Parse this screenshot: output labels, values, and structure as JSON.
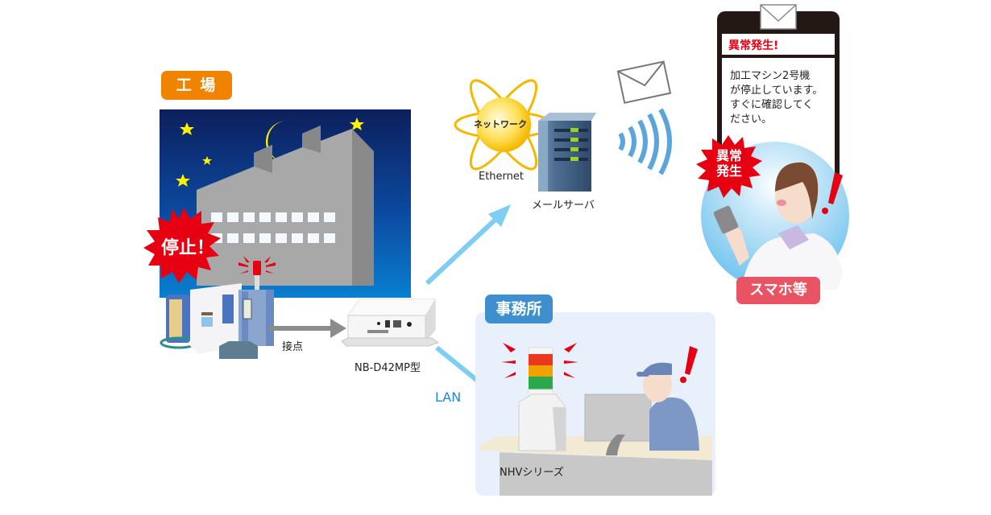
{
  "factory": {
    "tag_label": "工 場",
    "stop_burst": "停止！",
    "contact_label": "接点",
    "tag_color": "#f08300"
  },
  "device": {
    "model_label": "NB-D42MP型"
  },
  "network": {
    "globe_label": "ネットワーク",
    "ethernet_label": "Ethernet",
    "server_label": "メールサーバ",
    "lan_label": "LAN",
    "arrow_color": "#7ecef4"
  },
  "smartphone": {
    "mail_title": "異常発生!",
    "mail_body_lines": [
      "加工マシン2号機",
      "が停止しています。",
      "すぐに確認してく",
      "ださい。"
    ],
    "alert_burst_lines": [
      "異常",
      "発生"
    ],
    "device_tag": "スマホ等",
    "tag_color": "#e95464"
  },
  "office": {
    "tag_label": "事務所",
    "tower_label": "NHVシリーズ",
    "tag_color": "#3f8fcf",
    "bg_color": "#e8f1fb"
  },
  "alert_color": "#e60012"
}
